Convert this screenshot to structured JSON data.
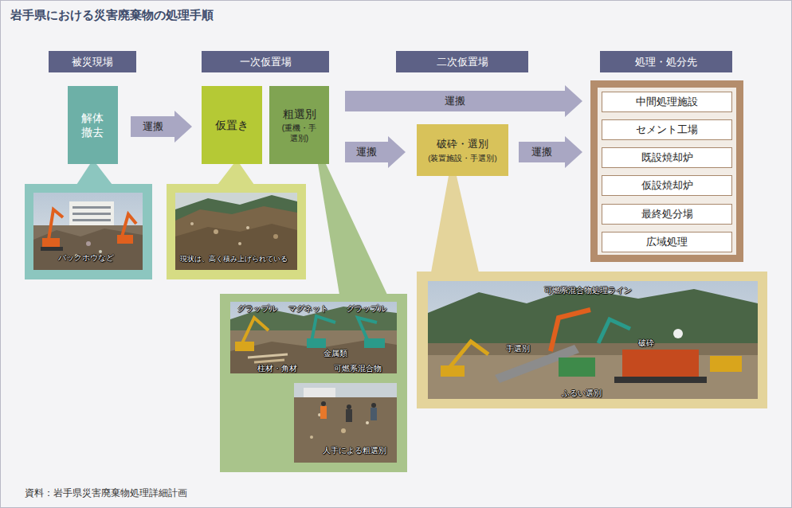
{
  "diagram": {
    "title": "岩手県における災害廃棄物の処理手順",
    "caption": "資料：岩手県災害廃棄物処理詳細計画",
    "nodes": [
      {
        "text": [
          "被災現場"
        ]
      },
      {
        "text": [
          "一次仮置場"
        ]
      },
      {
        "text": [
          "二次仮置場"
        ]
      },
      {
        "text": [
          "処理・処分先"
        ]
      },
      {
        "text": [
          "中間処理施設"
        ],
        "in": 3
      },
      {
        "text": [
          "セメント工場"
        ],
        "in": 3
      },
      {
        "text": [
          "既設焼却炉"
        ],
        "in": 3
      },
      {
        "text": [
          "仮設焼却炉"
        ],
        "in": 3
      },
      {
        "text": [
          "最終処分場"
        ],
        "in": 3
      },
      {
        "text": [
          "広域処理"
        ],
        "in": 3
      },
      {
        "text": [
          "解体撤去"
        ]
      },
      {
        "text": [
          "仮置き"
        ]
      },
      {
        "text": [
          "粗選別",
          "(重機・手選別)"
        ]
      },
      {
        "text": [
          "破砕・選別",
          "(装置施設・手選別)"
        ]
      }
    ],
    "edges": [
      {
        "from": 10,
        "to": 11,
        "label": "運搬",
        "arrow": "to"
      },
      {
        "from": 12,
        "to": 3,
        "label": "運搬",
        "arrow": "to"
      },
      {
        "from": 12,
        "to": 13,
        "label": "運搬",
        "arrow": "to"
      },
      {
        "from": 13,
        "to": 3,
        "label": "運搬",
        "arrow": "to"
      }
    ],
    "labels": [
      "バックホウなど",
      "現状は、高く積み上げられている",
      "グラップル",
      "マグネット",
      "グラップル",
      "金属類",
      "柱材・角材",
      "可燃系混合物",
      "人手による粗選別",
      "可燃系混合物処理ライン",
      "手選別",
      "破砕",
      "ふるい選別"
    ]
  }
}
